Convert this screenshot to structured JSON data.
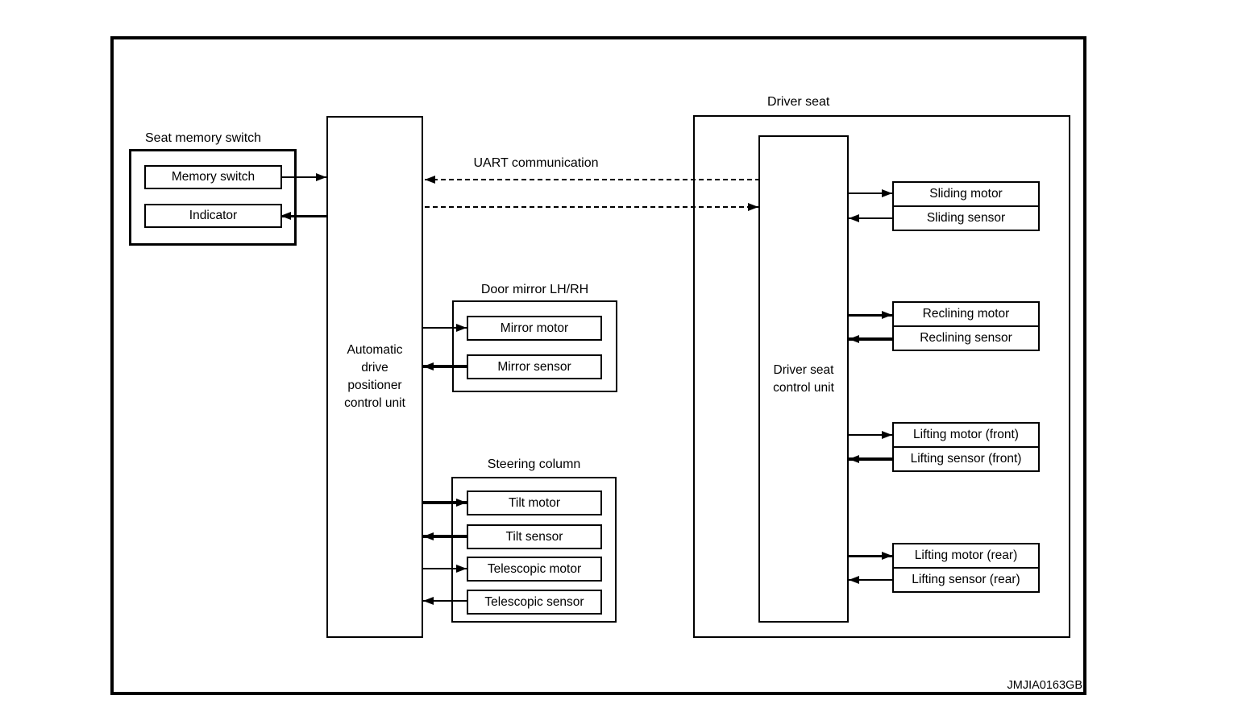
{
  "figure_code": "JMJIA0163GB",
  "uart": {
    "label": "UART communication"
  },
  "seat_memory_switch": {
    "label": "Seat memory switch",
    "memory_switch": "Memory switch",
    "indicator": "Indicator"
  },
  "adp_unit": {
    "label": "Automatic drive positioner control unit"
  },
  "door_mirror": {
    "label": "Door mirror LH/RH",
    "motor": "Mirror motor",
    "sensor": "Mirror sensor"
  },
  "steering_column": {
    "label": "Steering column",
    "items": [
      "Tilt motor",
      "Tilt sensor",
      "Telescopic motor",
      "Telescopic sensor"
    ]
  },
  "driver_seat": {
    "label": "Driver seat",
    "control_unit": "Driver seat control unit",
    "pairs": [
      {
        "motor": "Sliding motor",
        "sensor": "Sliding sensor"
      },
      {
        "motor": "Reclining motor",
        "sensor": "Reclining sensor"
      },
      {
        "motor": "Lifting motor (front)",
        "sensor": "Lifting sensor (front)"
      },
      {
        "motor": "Lifting motor (rear)",
        "sensor": "Lifting sensor (rear)"
      }
    ]
  },
  "colors": {
    "line": "#000000",
    "background": "#ffffff"
  }
}
